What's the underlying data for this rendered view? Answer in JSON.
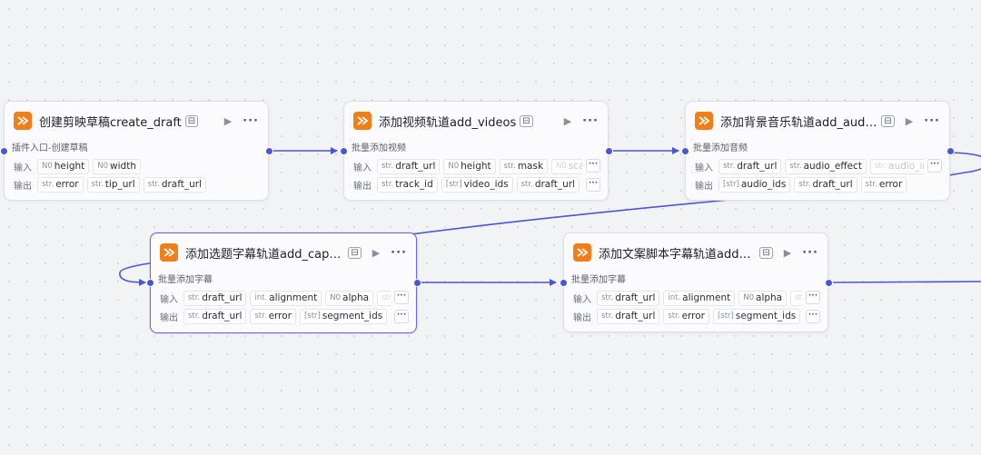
{
  "colors": {
    "edge": "#4b55d8",
    "node_icon": "#f37d16",
    "selected_border": "#6a66e8"
  },
  "nodes": [
    {
      "title": "创建剪映草稿create_draft",
      "desc": "插件入口-创建草稿",
      "input_label": "输入",
      "output_label": "输出",
      "inputs": [
        {
          "type": "N0",
          "name": "height"
        },
        {
          "type": "N0",
          "name": "width"
        }
      ],
      "outputs": [
        {
          "type": "str.",
          "name": "error"
        },
        {
          "type": "str.",
          "name": "tip_url"
        },
        {
          "type": "str.",
          "name": "draft_url"
        }
      ]
    },
    {
      "title": "添加视频轨道add_videos",
      "desc": "批量添加视频",
      "input_label": "输入",
      "output_label": "输出",
      "inputs": [
        {
          "type": "str.",
          "name": "draft_url"
        },
        {
          "type": "N0",
          "name": "height"
        },
        {
          "type": "str.",
          "name": "mask"
        },
        {
          "type": "N0",
          "name": "scale"
        }
      ],
      "outputs": [
        {
          "type": "str.",
          "name": "track_id"
        },
        {
          "type": "[str]",
          "name": "video_ids"
        },
        {
          "type": "str.",
          "name": "draft_url"
        }
      ]
    },
    {
      "title": "添加背景音乐轨道add_audios",
      "desc": "批量添加音频",
      "input_label": "输入",
      "output_label": "输出",
      "inputs": [
        {
          "type": "str.",
          "name": "draft_url"
        },
        {
          "type": "str.",
          "name": "audio_effect"
        },
        {
          "type": "str.",
          "name": "audio_in"
        }
      ],
      "outputs": [
        {
          "type": "[str]",
          "name": "audio_ids"
        },
        {
          "type": "str.",
          "name": "draft_url"
        },
        {
          "type": "str.",
          "name": "error"
        }
      ]
    },
    {
      "title": "添加选题字幕轨道add_capti…",
      "desc": "批量添加字幕",
      "input_label": "输入",
      "output_label": "输出",
      "inputs": [
        {
          "type": "str.",
          "name": "draft_url"
        },
        {
          "type": "int.",
          "name": "alignment"
        },
        {
          "type": "N0",
          "name": "alpha"
        },
        {
          "type": "str.",
          "name": ""
        }
      ],
      "outputs": [
        {
          "type": "str.",
          "name": "draft_url"
        },
        {
          "type": "str.",
          "name": "error"
        },
        {
          "type": "[str]",
          "name": "segment_ids"
        },
        {
          "type": "",
          "name": ""
        }
      ]
    },
    {
      "title": "添加文案脚本字幕轨道add_c…",
      "desc": "批量添加字幕",
      "input_label": "输入",
      "output_label": "输出",
      "inputs": [
        {
          "type": "str.",
          "name": "draft_url"
        },
        {
          "type": "int.",
          "name": "alignment"
        },
        {
          "type": "N0",
          "name": "alpha"
        },
        {
          "type": "str.",
          "name": ""
        }
      ],
      "outputs": [
        {
          "type": "str.",
          "name": "draft_url"
        },
        {
          "type": "str.",
          "name": "error"
        },
        {
          "type": "[str]",
          "name": "segment_ids"
        },
        {
          "type": "",
          "name": ""
        }
      ]
    }
  ]
}
